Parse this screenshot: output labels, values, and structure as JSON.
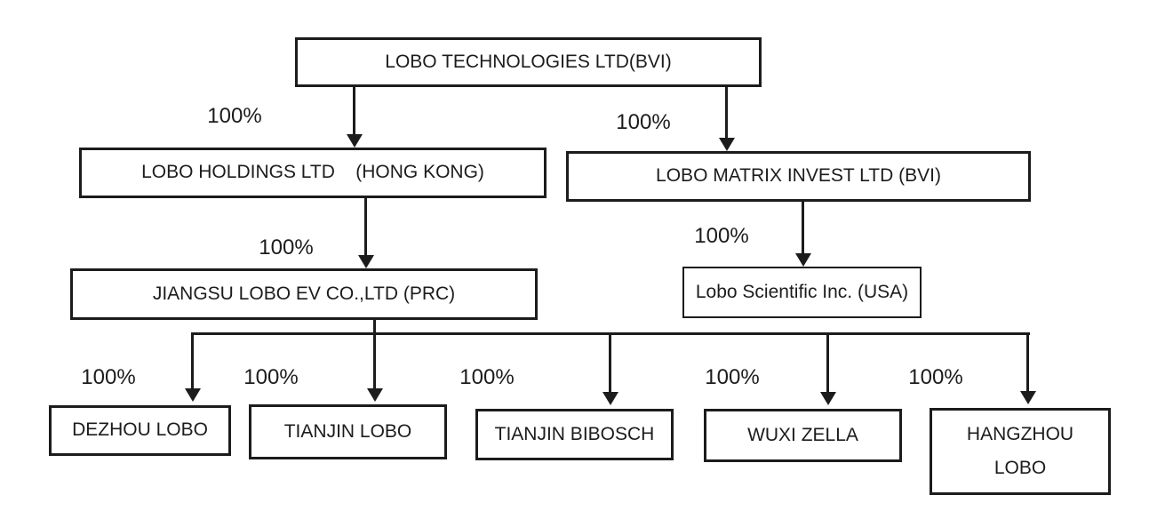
{
  "diagram": {
    "type": "org-ownership-flowchart",
    "background_color": "#ffffff",
    "line_color": "#1c1c1c",
    "nodes": {
      "tech": {
        "label": "LOBO TECHNOLOGIES LTD(BVI)"
      },
      "holdings": {
        "label": "LOBO HOLDINGS LTD    (HONG KONG)"
      },
      "matrix": {
        "label": "LOBO MATRIX INVEST LTD (BVI)"
      },
      "jiangsu": {
        "label": "JIANGSU LOBO EV CO.,LTD (PRC)"
      },
      "scientific": {
        "label": "Lobo Scientific Inc. (USA)"
      },
      "dezhou": {
        "label": "DEZHOU LOBO"
      },
      "tianjin_lobo": {
        "label": "TIANJIN LOBO"
      },
      "tianjin_bibosch": {
        "label": "TIANJIN BIBOSCH"
      },
      "wuxi_zella": {
        "label": "WUXI ZELLA"
      },
      "hangzhou": {
        "lines": [
          "HANGZHOU",
          "LOBO"
        ]
      }
    },
    "edges": [
      {
        "from": "tech",
        "to": "holdings",
        "label": "100%"
      },
      {
        "from": "tech",
        "to": "matrix",
        "label": "100%"
      },
      {
        "from": "holdings",
        "to": "jiangsu",
        "label": "100%"
      },
      {
        "from": "matrix",
        "to": "scientific",
        "label": "100%"
      },
      {
        "from": "jiangsu",
        "to": "dezhou",
        "label": "100%"
      },
      {
        "from": "jiangsu",
        "to": "tianjin_lobo",
        "label": "100%"
      },
      {
        "from": "jiangsu",
        "to": "tianjin_bibosch",
        "label": "100%"
      },
      {
        "from": "jiangsu",
        "to": "wuxi_zella",
        "label": "100%"
      },
      {
        "from": "jiangsu",
        "to": "hangzhou",
        "label": "100%"
      }
    ]
  }
}
